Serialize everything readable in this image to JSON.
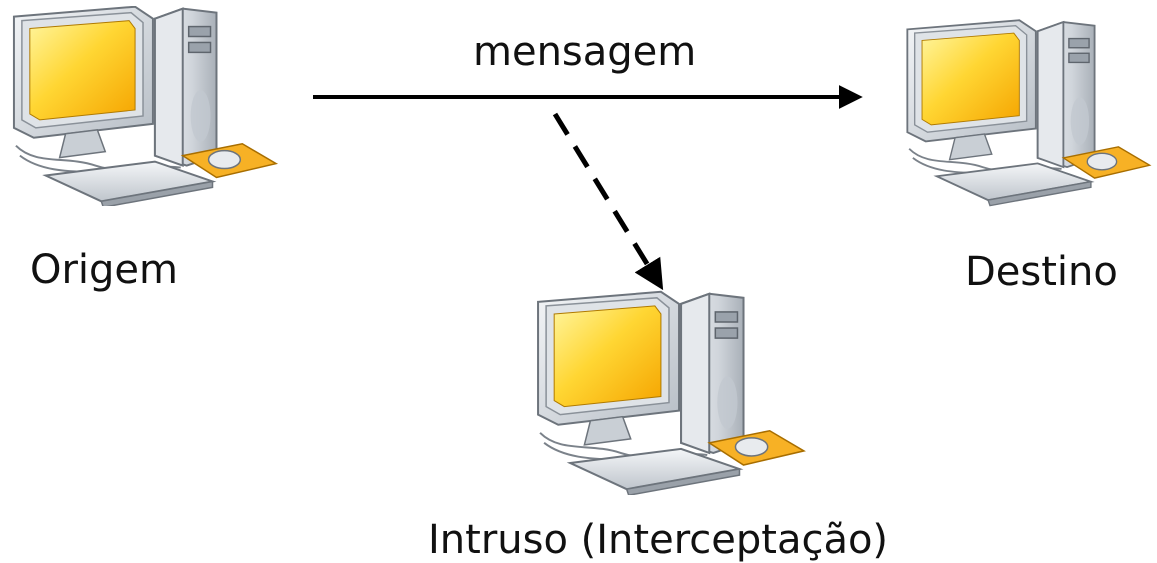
{
  "nodes": {
    "origin": {
      "label": "Origem",
      "icon": "desktop-computer-icon"
    },
    "destination": {
      "label": "Destino",
      "icon": "desktop-computer-icon"
    },
    "intruder": {
      "label": "Intruso (Interceptação)",
      "icon": "desktop-computer-icon"
    }
  },
  "edges": {
    "message": {
      "label": "mensagem",
      "from": "origin",
      "to": "destination",
      "style": "solid"
    },
    "interception": {
      "from": "message",
      "to": "intruder",
      "style": "dashed"
    }
  },
  "colors": {
    "screen": "#ffc61a",
    "screen_light": "#fff176",
    "case": "#d9dde2",
    "mousepad": "#f5a623",
    "arrow": "#000000"
  }
}
